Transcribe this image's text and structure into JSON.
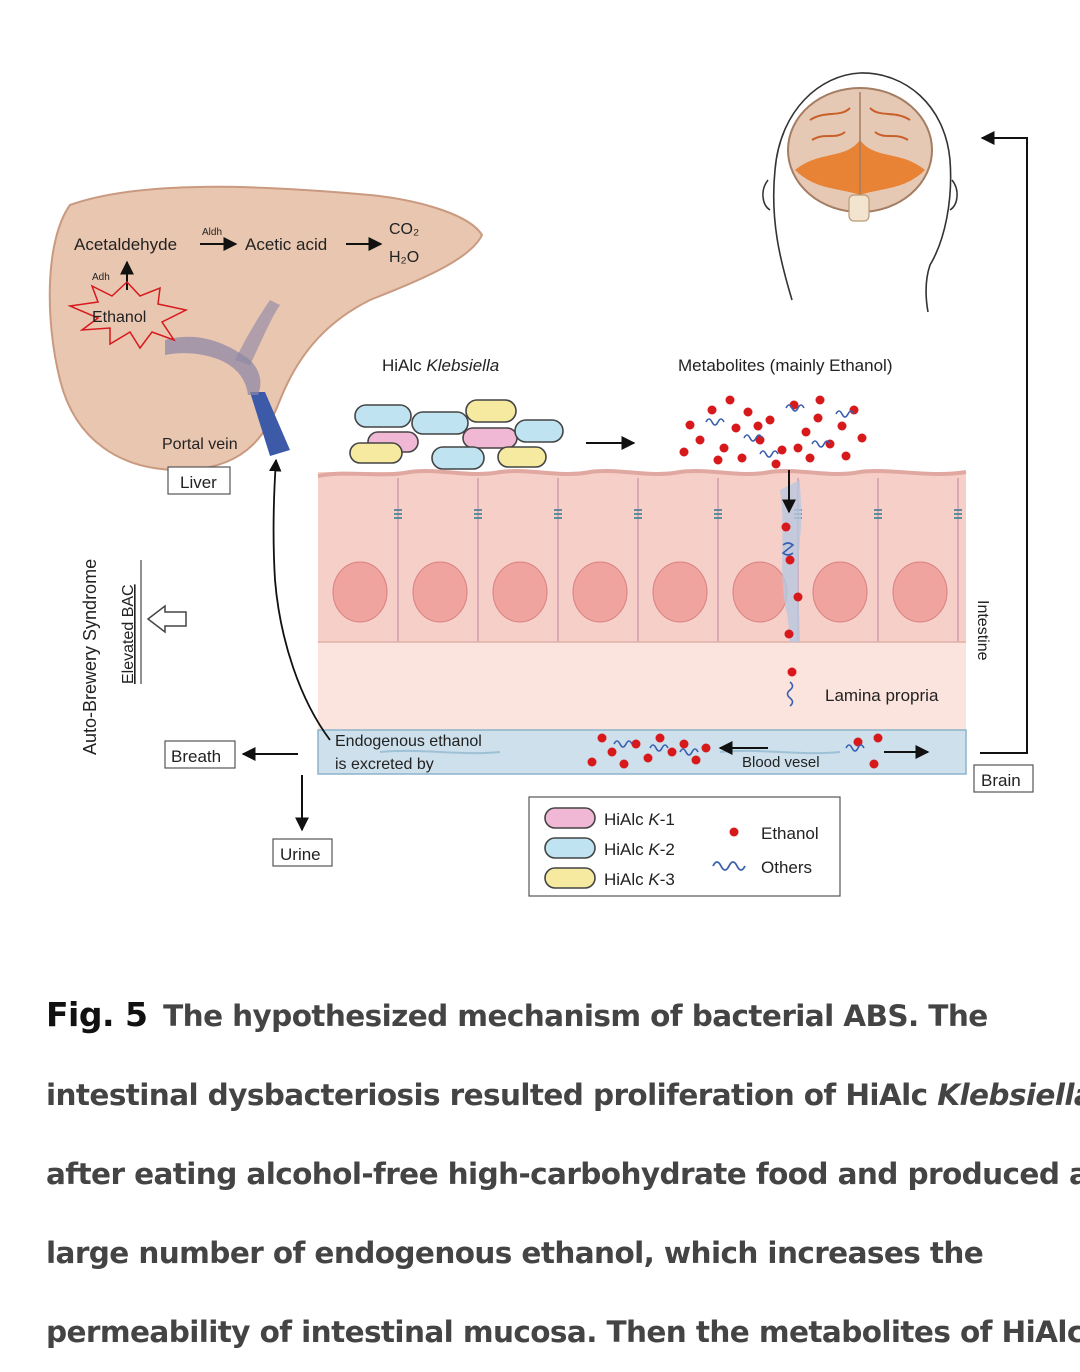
{
  "figure": {
    "liver": {
      "acetaldehyde": "Acetaldehyde",
      "aldh": "Aldh",
      "acetic_acid": "Acetic acid",
      "co2": "CO₂",
      "h2o": "H₂O",
      "adh": "Adh",
      "ethanol": "Ethanol",
      "portal_vein": "Portal vein",
      "liver_box": "Liver"
    },
    "bacteria_label_prefix": "HiAlc ",
    "bacteria_label_italic": "Klebsiella",
    "metabolites_label": "Metabolites (mainly Ethanol)",
    "lamina_propria": "Lamina propria",
    "blood_vessel": "Blood vesel",
    "excreted_line1": "Endogenous ethanol",
    "excreted_line2": "is excreted by",
    "breath": "Breath",
    "urine": "Urine",
    "brain": "Brain",
    "intestine": "Intestine",
    "abs": "Auto-Brewery Syndrome",
    "elevated_bac": "Elevated BAC",
    "legend": {
      "k1_prefix": "HiAlc ",
      "k1_italic": "K",
      "k1_suffix": "-1",
      "k2_prefix": "HiAlc ",
      "k2_italic": "K",
      "k2_suffix": "-2",
      "k3_prefix": "HiAlc ",
      "k3_italic": "K",
      "k3_suffix": "-3",
      "ethanol": "Ethanol",
      "others": "Others"
    },
    "colors": {
      "k1": "#f0b8d4",
      "k2": "#bfe3f0",
      "k3": "#f6e9a0",
      "ethanol_dot": "#d7191c",
      "others_squiggle": "#3a5fb0",
      "liver_fill": "#e9c6b0",
      "cell_fill": "#f6cfc8",
      "nucleus_fill": "#f0a4a0",
      "lamina_fill": "#fbe3de",
      "vessel_fill": "#cde0ec",
      "portal_vein_fill": "#3c5aa8"
    }
  },
  "caption": {
    "fig_label": "Fig. 5",
    "line1": "The hypothesized mechanism of bacterial ABS. The",
    "line2_a": "intestinal dysbacteriosis resulted proliferation of HiAlc ",
    "line2_italic": "Klebsiella",
    "line3": "after eating alcohol-free high-carbohydrate food and produced a",
    "line4": "large number of endogenous ethanol, which increases the",
    "line5": "permeability of intestinal mucosa. Then the metabolites of HiAlc"
  }
}
